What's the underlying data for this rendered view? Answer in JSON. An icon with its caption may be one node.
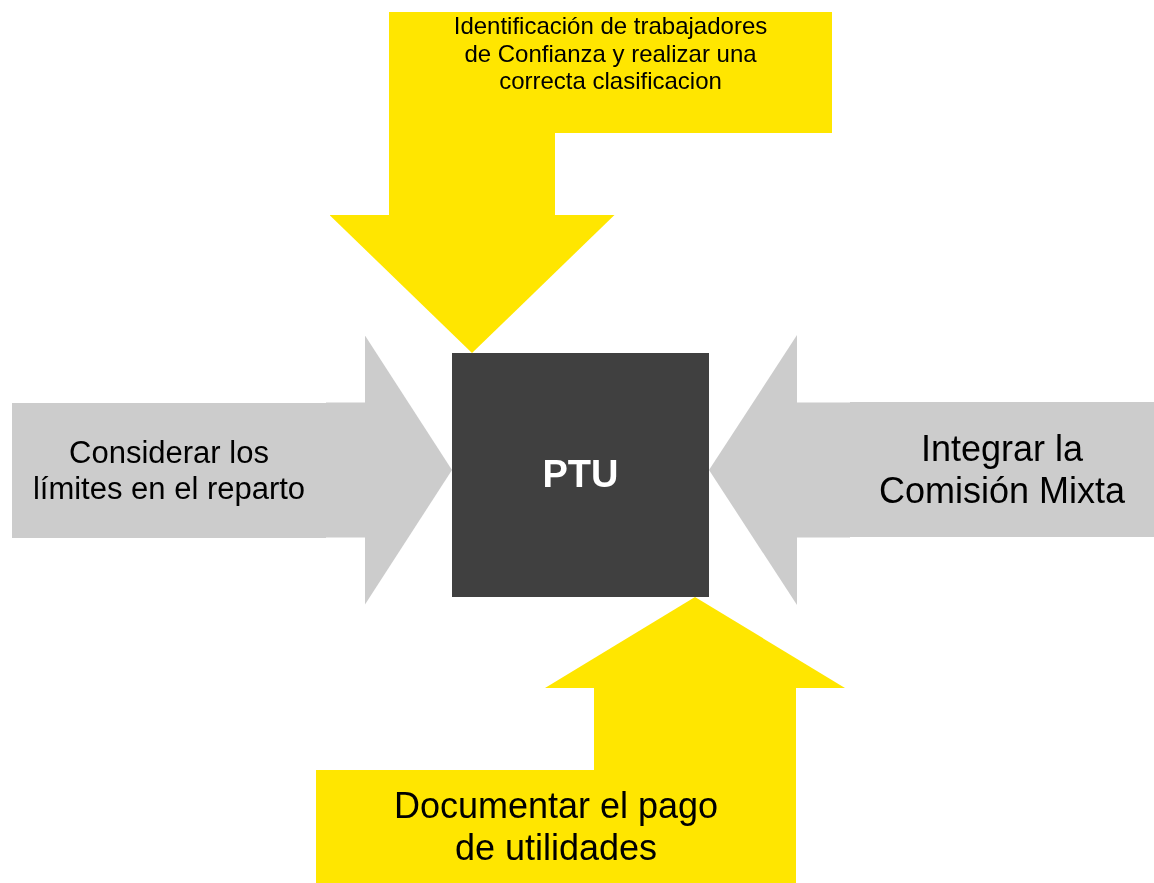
{
  "diagram": {
    "nodes": [
      {
        "text": [
          "Identificación de trabajadores de Confianza y realizar una correcta clasificacion"
        ]
      },
      {
        "text": [
          "Considerar los límites en el reparto"
        ]
      },
      {
        "text": [
          "PTU"
        ]
      },
      {
        "text": [
          "Integrar la Comisión Mixta"
        ]
      },
      {
        "text": [
          "Documentar el pago de utilidades"
        ]
      }
    ],
    "edges": [
      {
        "from": 0,
        "to": 2,
        "arrow": "to",
        "color": "#ffe600"
      },
      {
        "from": 1,
        "to": 2,
        "arrow": "to",
        "color": "#cccccc"
      },
      {
        "from": 3,
        "to": 2,
        "arrow": "to",
        "color": "#cccccc"
      },
      {
        "from": 4,
        "to": 2,
        "arrow": "to",
        "color": "#ffe600"
      }
    ]
  }
}
